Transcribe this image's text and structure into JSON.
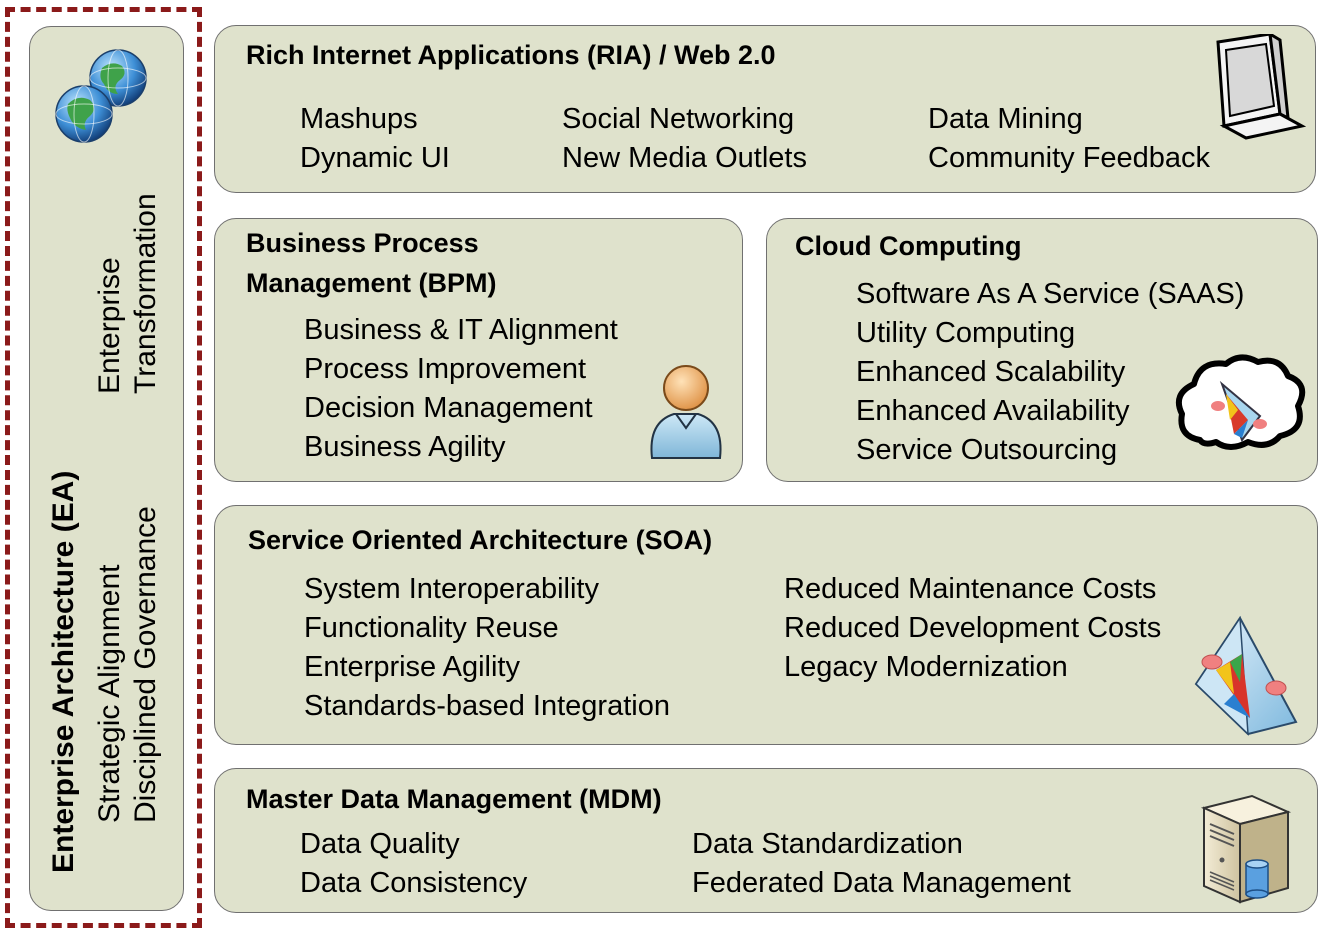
{
  "side": {
    "title": "Enterprise Architecture (EA)",
    "line1": "Strategic Alignment",
    "line2": "Disciplined Governance",
    "line3": "Enterprise",
    "line4": "Transformation"
  },
  "ria": {
    "title": "Rich Internet Applications (RIA) / Web 2.0",
    "col1": [
      "Mashups",
      "Dynamic UI"
    ],
    "col2": [
      "Social Networking",
      "New Media Outlets"
    ],
    "col3": [
      "Data Mining",
      "Community Feedback"
    ]
  },
  "bpm": {
    "title1": "Business Process",
    "title2": "Management (BPM)",
    "items": [
      "Business & IT Alignment",
      "Process Improvement",
      "Decision Management",
      "Business Agility"
    ]
  },
  "cloud": {
    "title": "Cloud Computing",
    "items": [
      "Software As A Service (SAAS)",
      "Utility Computing",
      "Enhanced Scalability",
      "Enhanced Availability",
      "Service Outsourcing"
    ]
  },
  "soa": {
    "title": "Service Oriented Architecture (SOA)",
    "col1": [
      "System Interoperability",
      "Functionality Reuse",
      "Enterprise Agility",
      "Standards-based Integration"
    ],
    "col2": [
      "Reduced Maintenance Costs",
      "Reduced Development Costs",
      "Legacy Modernization"
    ]
  },
  "mdm": {
    "title": "Master Data Management (MDM)",
    "col1": [
      "Data Quality",
      "Data Consistency"
    ],
    "col2": [
      "Data Standardization",
      "Federated Data Management"
    ]
  },
  "colors": {
    "panel_fill": "#dfe2cc",
    "panel_border": "#707070",
    "dash_border": "#8b1a1a"
  },
  "icons": [
    "globe-icon",
    "monitor-icon",
    "user-icon",
    "cloud-icon",
    "prism-icon",
    "server-icon"
  ]
}
